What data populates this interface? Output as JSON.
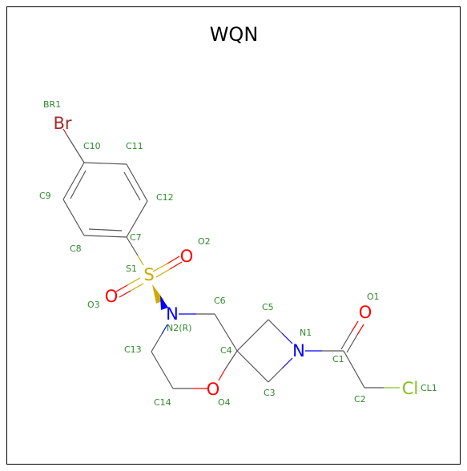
{
  "title": "WQN",
  "colors": {
    "carbon_bond": "#555555",
    "nitrogen": "#0000ff",
    "oxygen": "#ff0000",
    "sulfur": "#ccaa00",
    "bromine": "#a52a2a",
    "chlorine": "#7fc31c",
    "atom_label": "#2e8b2e"
  },
  "element_symbols": {
    "br": "Br",
    "s": "S",
    "o2": "O",
    "o3": "O",
    "n2": "N",
    "n1": "N",
    "o4": "O",
    "o1": "O",
    "cl": "Cl"
  },
  "atom_labels": {
    "br1": "BR1",
    "c10": "C10",
    "c11": "C11",
    "c9": "C9",
    "c12": "C12",
    "c8": "C8",
    "c7": "C7",
    "o2": "O2",
    "s1": "S1",
    "o3": "O3",
    "n2": "N2(R)",
    "c6": "C6",
    "c5": "C5",
    "n1": "N1",
    "o1": "O1",
    "c13": "C13",
    "c4": "C4",
    "c1": "C1",
    "c3": "C3",
    "c14": "C14",
    "o4": "O4",
    "c2": "C2",
    "cl1": "CL1"
  }
}
